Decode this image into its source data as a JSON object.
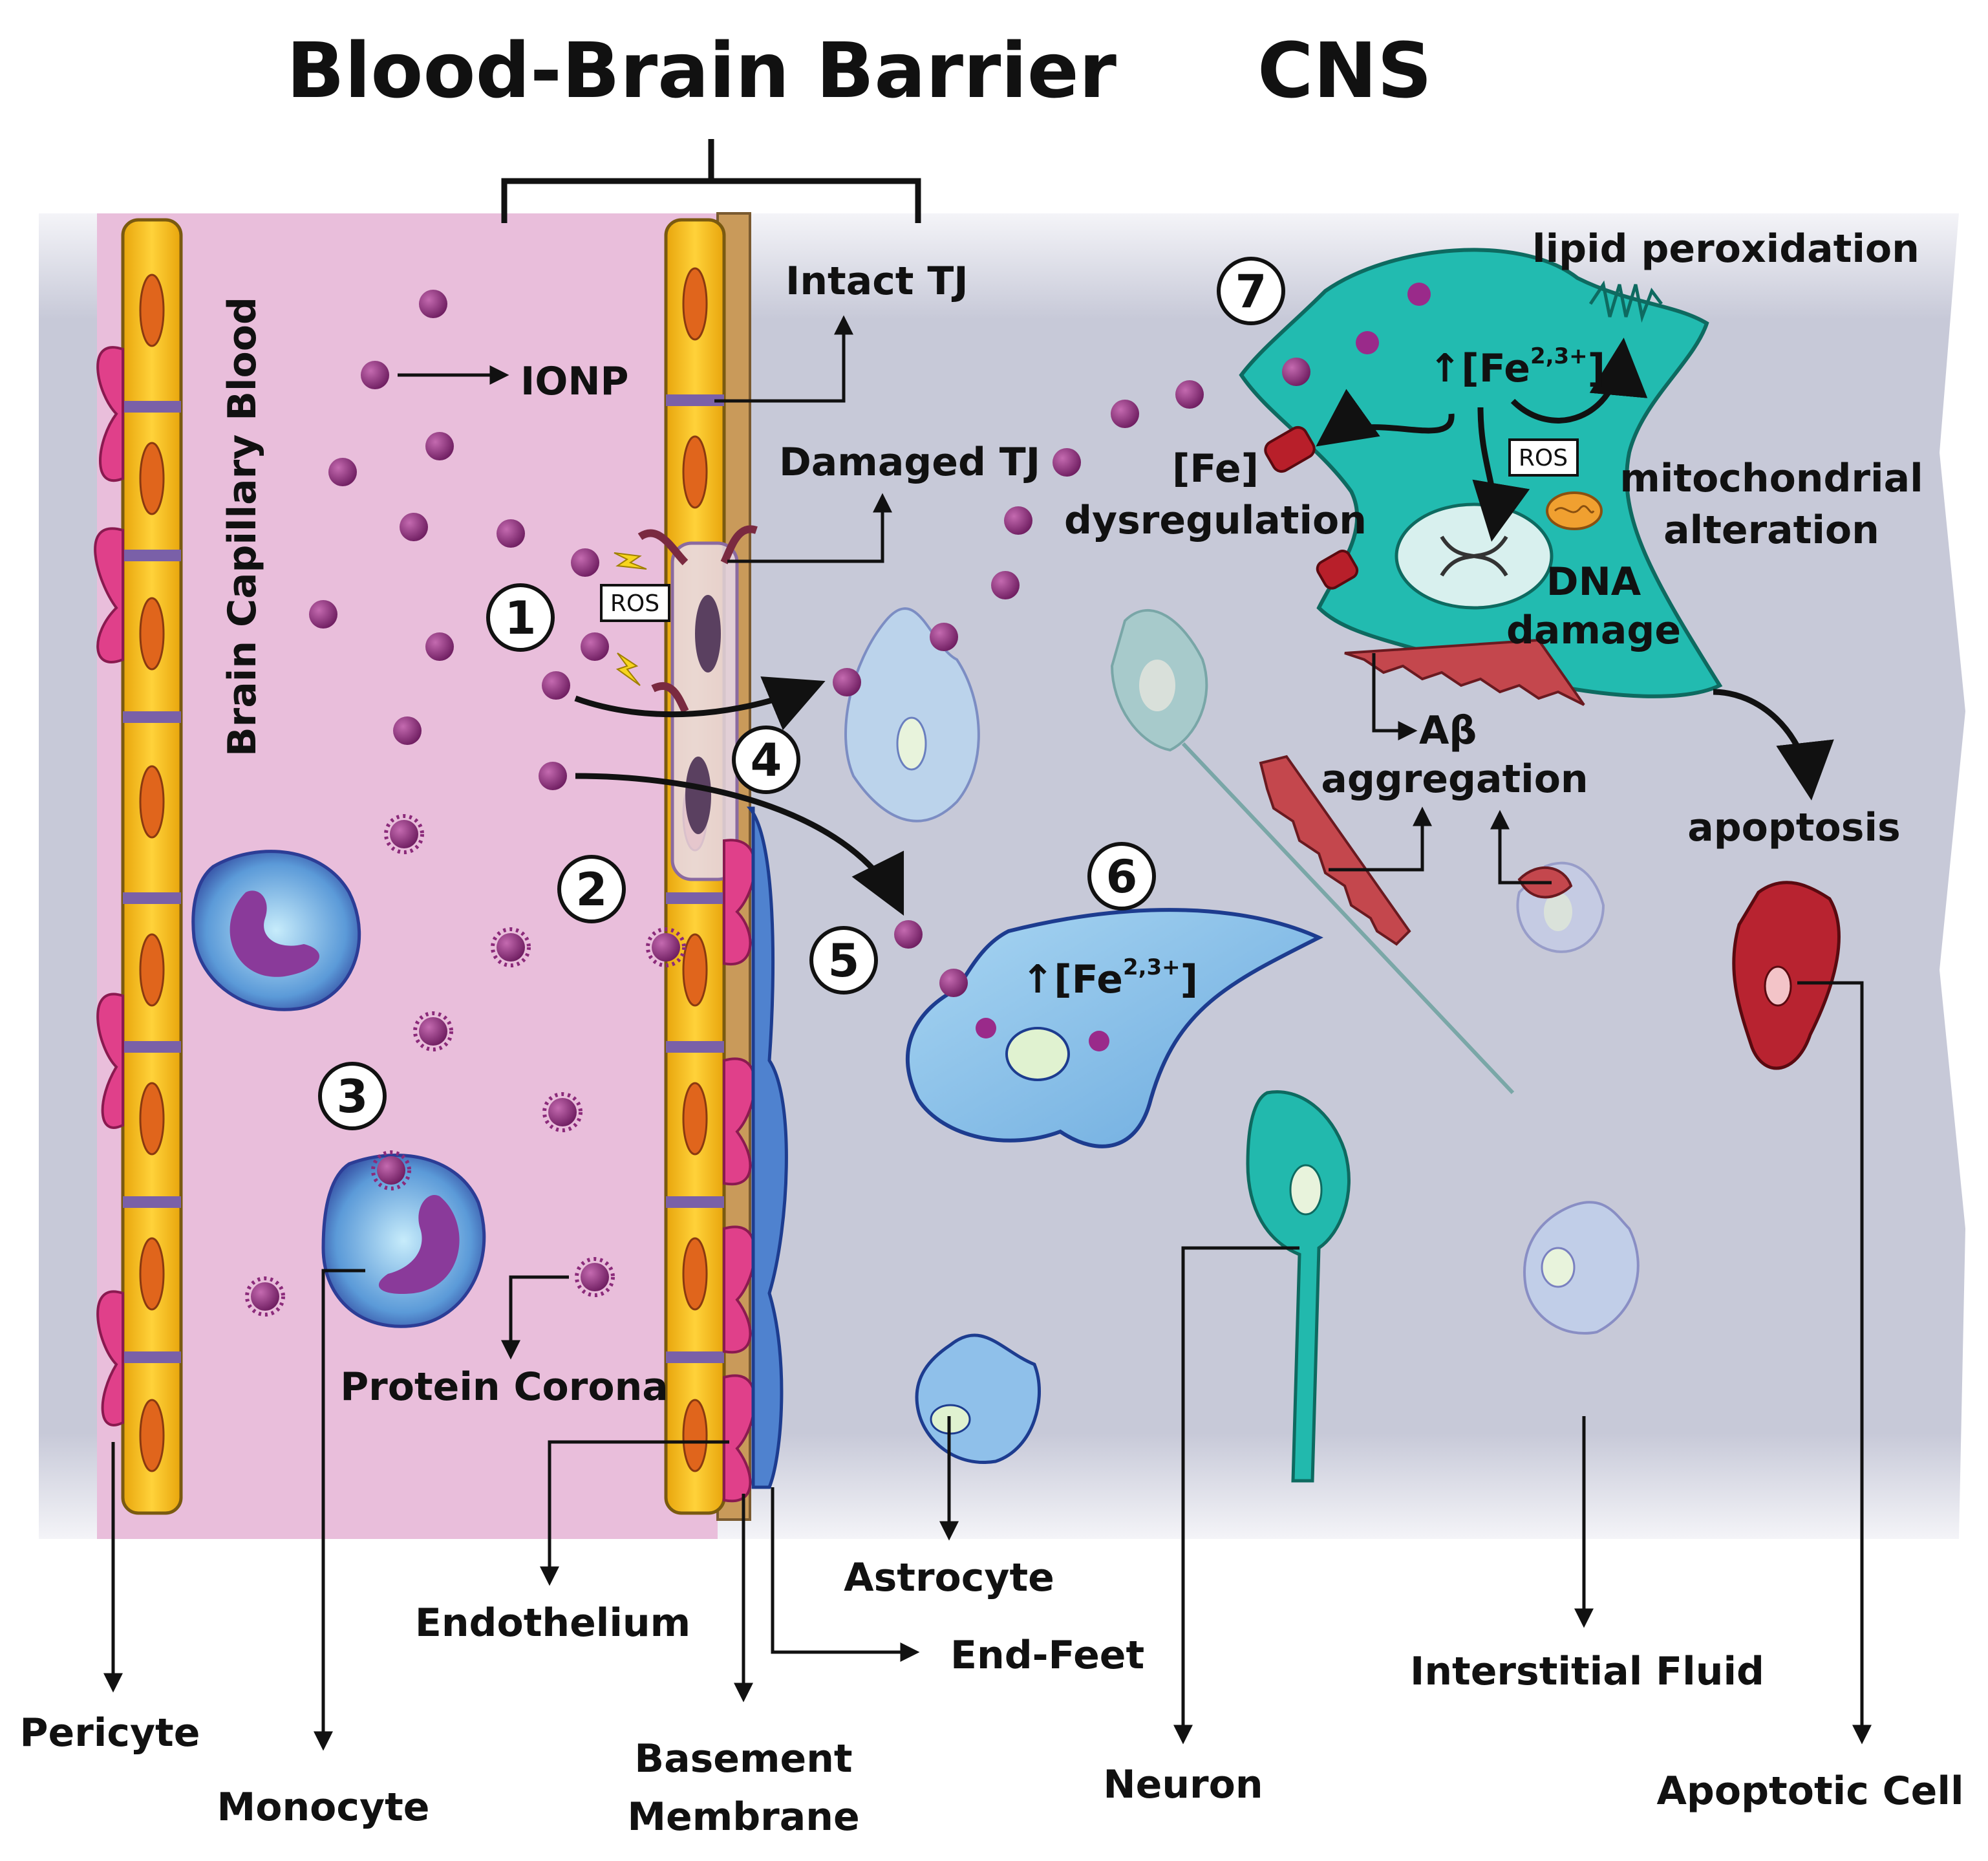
{
  "titles": {
    "bbb": "Blood-Brain Barrier",
    "cns": "CNS"
  },
  "blood_label": "Brain Capillary Blood",
  "labels": {
    "ionp": "IONP",
    "intact_tj": "Intact TJ",
    "damaged_tj": "Damaged TJ",
    "ros": "ROS",
    "fe_iron": "↑[Fe",
    "fe_sup": "2,3+",
    "fe_close": "]",
    "fe_dys_1": "[Fe]",
    "fe_dys_2": "dysregulation",
    "lipid": "lipid peroxidation",
    "mito_1": "mitochondrial",
    "mito_2": "alteration",
    "dna_1": "DNA",
    "dna_2": "damage",
    "abeta_1": "Aβ",
    "abeta_2": "aggregation",
    "apoptosis": "apoptosis",
    "protein_corona": "Protein Corona",
    "pericyte": "Pericyte",
    "monocyte": "Monocyte",
    "endothelium": "Endothelium",
    "basement_1": "Basement",
    "basement_2": "Membrane",
    "end_feet": "End-Feet",
    "astrocyte": "Astrocyte",
    "neuron": "Neuron",
    "interstitial": "Interstitial Fluid",
    "apoptotic_cell": "Apoptotic Cell"
  },
  "steps": [
    "1",
    "2",
    "3",
    "4",
    "5",
    "6",
    "7"
  ],
  "colors": {
    "blood": "#e8bcd9",
    "cns_bg": "#c9cbda",
    "endothelium": "#f2b91c",
    "nucleus_orange": "#e0651c",
    "pericyte": "#e0408a",
    "tight_junction": "#7a60a8",
    "basement": "#c99a5a",
    "nanoparticle": "#8b2a7a",
    "astrocyte": "#8fc6ea",
    "neuron": "#22b9ad",
    "apoptotic": "#b82330",
    "abeta": "#c4474d"
  }
}
